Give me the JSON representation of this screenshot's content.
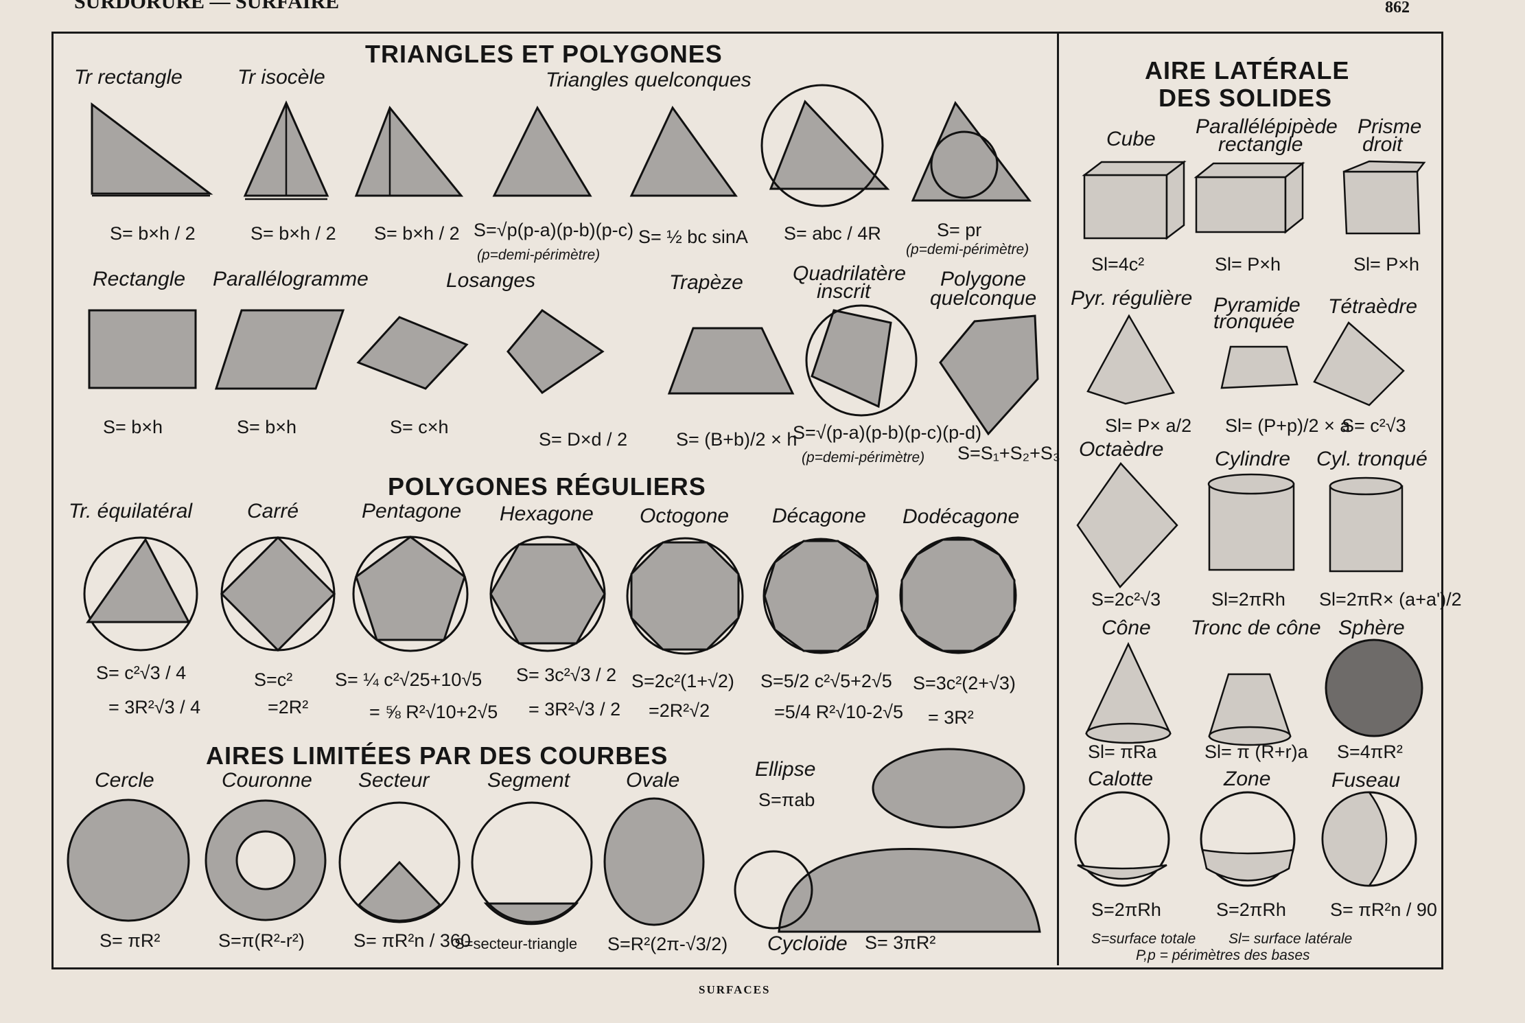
{
  "header": {
    "left": "SURDORURE — SURFAIRE",
    "page_number": "862"
  },
  "footer": {
    "caption": "SURFACES"
  },
  "sections": {
    "triangles": "TRIANGLES ET POLYGONES",
    "regular": "POLYGONES RÉGULIERS",
    "curves": "AIRES LIMITÉES PAR DES COURBES",
    "solids_1": "AIRE LATÉRALE",
    "solids_2": "DES SOLIDES"
  },
  "labels": {
    "tr_rect": "Tr rectangle",
    "tr_iso": "Tr isocèle",
    "tr_quel": "Triangles quelconques",
    "rectangle": "Rectangle",
    "parallelo": "Parallélogramme",
    "losanges": "Losanges",
    "trapeze": "Trapèze",
    "quad_1": "Quadrilatère",
    "quad_2": "inscrit",
    "poly_1": "Polygone",
    "poly_2": "quelconque",
    "tr_equi": "Tr. équilatéral",
    "carre": "Carré",
    "pentagone": "Pentagone",
    "hexagone": "Hexagone",
    "octogone": "Octogone",
    "decagone": "Décagone",
    "dodecagone": "Dodécagone",
    "cercle": "Cercle",
    "couronne": "Couronne",
    "secteur": "Secteur",
    "segment": "Segment",
    "ovale": "Ovale",
    "ellipse": "Ellipse",
    "cycloide": "Cycloïde",
    "cube": "Cube",
    "para_1": "Parallélépipède",
    "para_2": "rectangle",
    "prisme_1": "Prisme",
    "prisme_2": "droit",
    "pyr_reg": "Pyr. régulière",
    "pyr_tr_1": "Pyramide",
    "pyr_tr_2": "tronquée",
    "tetra": "Tétraèdre",
    "octa": "Octaèdre",
    "cyl": "Cylindre",
    "cyl_tr": "Cyl. tronqué",
    "cone": "Cône",
    "tronc": "Tronc de cône",
    "sphere": "Sphère",
    "calotte": "Calotte",
    "zone": "Zone",
    "fuseau": "Fuseau"
  },
  "formulas": {
    "tr_rect": "S= b×h / 2",
    "tr_iso": "S= b×h / 2",
    "tr_3": "S= b×h / 2",
    "heron": "S=√p(p-a)(p-b)(p-c)",
    "heron_note": "(p=demi-périmètre)",
    "sine": "S= ½ bc sinA",
    "circum": "S= abc / 4R",
    "inscr": "S= pr",
    "inscr_note": "(p=demi-périmètre)",
    "rectangle": "S= b×h",
    "parallelo": "S= b×h",
    "losange_1": "S= c×h",
    "losange_2": "S= D×d / 2",
    "trapeze": "S= (B+b)/2 × h",
    "brahma": "S=√(p-a)(p-b)(p-c)(p-d)",
    "brahma_note": "(p=demi-périmètre)",
    "poly": "S=S₁+S₂+S₃",
    "equi_1": "S= c²√3 / 4",
    "equi_2": "= 3R²√3 / 4",
    "carre_1": "S=c²",
    "carre_2": "=2R²",
    "penta_1": "S= ¼ c²√25+10√5",
    "penta_2": "= ⅝ R²√10+2√5",
    "hexa_1": "S= 3c²√3 / 2",
    "hexa_2": "= 3R²√3 / 2",
    "octo_1": "S=2c²(1+√2)",
    "octo_2": "=2R²√2",
    "deca_1": "S=5/2 c²√5+2√5",
    "deca_2": "=5/4 R²√10-2√5",
    "dodeca_1": "S=3c²(2+√3)",
    "dodeca_2": "= 3R²",
    "cercle": "S= πR²",
    "couronne": "S=π(R²-r²)",
    "secteur": "S= πR²n / 360",
    "segment": "S=secteur-triangle",
    "ovale": "S=R²(2π-√3/2)",
    "ellipse": "S=πab",
    "cycloide": "S= 3πR²",
    "cube": "Sl=4c²",
    "para": "Sl= P×h",
    "prisme": "Sl= P×h",
    "pyr_reg": "Sl= P× a/2",
    "pyr_tr": "Sl= (P+p)/2 × a",
    "tetra": "S= c²√3",
    "octa": "S=2c²√3",
    "cyl": "Sl=2πRh",
    "cyl_tr": "Sl=2πR× (a+a')/2",
    "cone": "Sl= πRa",
    "tronc": "Sl= π (R+r)a",
    "sphere": "S=4πR²",
    "calotte": "S=2πRh",
    "zone": "S=2πRh",
    "fuseau": "S= πR²n / 90",
    "legend_1": "S=surface totale",
    "legend_2": "Sl= surface latérale",
    "legend_3": "P,p = périmètres des bases"
  },
  "icons": [
    "square-icon",
    "parallelogram-icon",
    "rhombus-icon",
    "trapezoid-icon",
    "circle-icon",
    "ring-icon",
    "sector-icon",
    "ellipse-icon",
    "cycloid-icon",
    "cube-icon",
    "prism-icon",
    "pyramid-icon",
    "tetrahedron-icon",
    "octahedron-icon",
    "cylinder-icon",
    "cone-icon",
    "sphere-icon"
  ]
}
